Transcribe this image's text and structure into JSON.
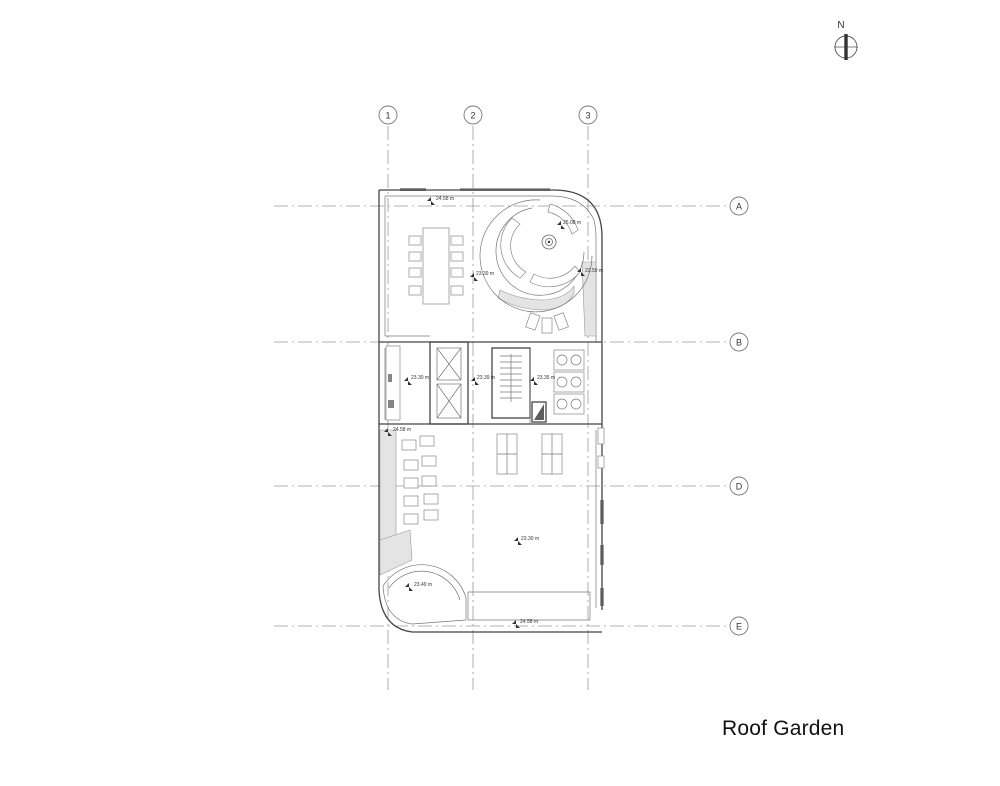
{
  "title": "Roof Garden",
  "north_label": "N",
  "grid_columns": [
    "1",
    "2",
    "3"
  ],
  "grid_rows": [
    "A",
    "B",
    "D",
    "E"
  ],
  "levels": {
    "top_wall": "24.58 m",
    "round_planter": "25.08 m",
    "terrace_right": "22.50 m",
    "dining_area": "23.39 m",
    "kitchen": "23.30 m",
    "core_left": "23.39 m",
    "core_right": "23.35 m",
    "left_side": "24.58 m",
    "main_terrace": "23.30 m",
    "round_garden": "23.49 m",
    "bottom_wall": "24.58 m"
  }
}
